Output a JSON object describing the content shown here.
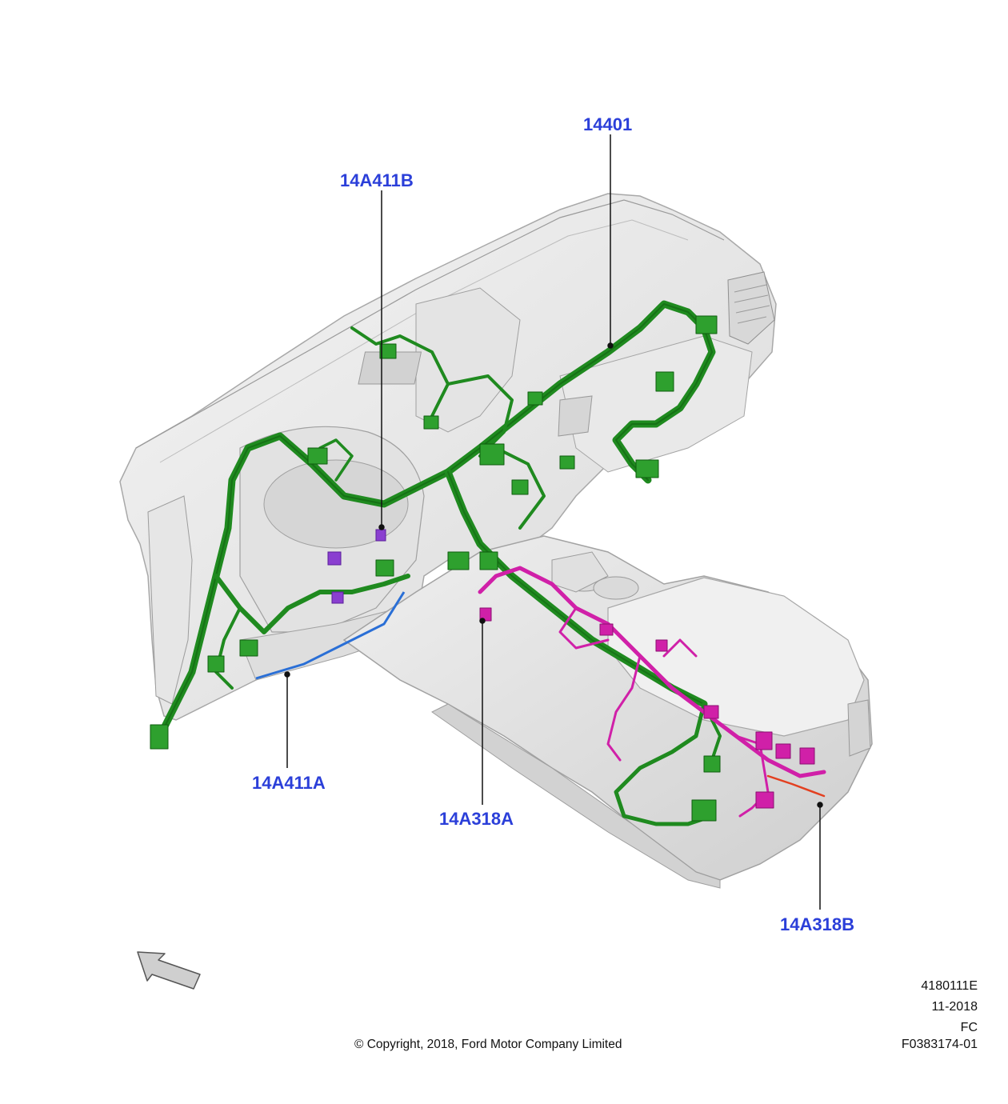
{
  "callouts": {
    "harness_main": "14401",
    "harness_14A411B": "14A411B",
    "harness_14A411A": "14A411A",
    "harness_14A318A": "14A318A",
    "harness_14A318B": "14A318B"
  },
  "footer": {
    "ref_code": "4180111E",
    "date": "11-2018",
    "market": "FC",
    "figure_id": "F0383174-01",
    "copyright": "© Copyright, 2018, Ford Motor Company Limited"
  },
  "colors": {
    "callout_text": "#2b3fd9",
    "harness_main": "#1f8a1f",
    "harness_14A318": "#d020a8",
    "harness_14A411A": "#2a6fd6",
    "harness_14A411B": "#8a3fd0",
    "panel_fill": "#ececec",
    "panel_stroke": "#a8a8a8"
  },
  "icons": {
    "orientation_arrow": "direction-arrow-icon"
  }
}
